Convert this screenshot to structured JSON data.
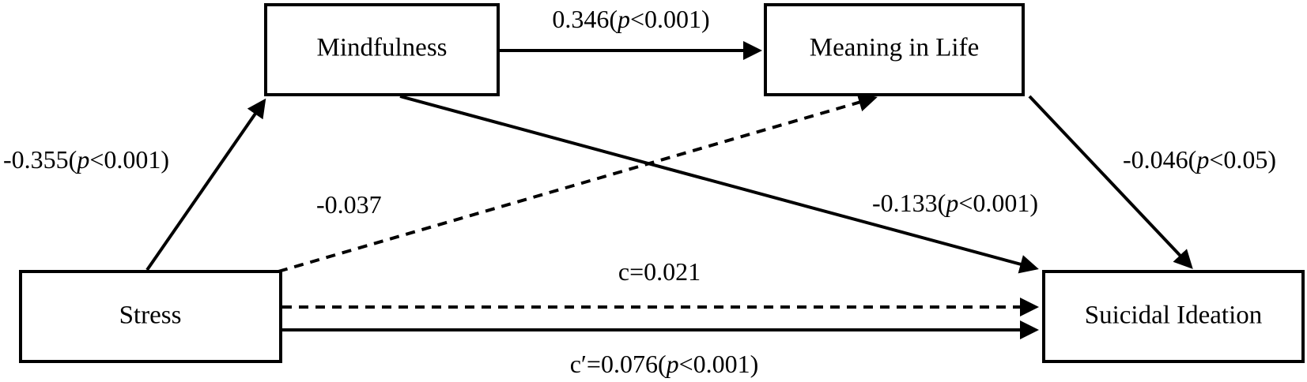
{
  "nodes": {
    "mindfulness": {
      "label": "Mindfulness"
    },
    "meaning": {
      "label": "Meaning in Life"
    },
    "stress": {
      "label": "Stress"
    },
    "suicidal": {
      "label": "Suicidal Ideation"
    }
  },
  "edges": {
    "mind_to_meaning": {
      "coef": "0.346(",
      "p": "p",
      "rest": "<0.001)"
    },
    "stress_to_mind": {
      "coef": "-0.355(",
      "p": "p",
      "rest": "<0.001)"
    },
    "stress_to_meaning": {
      "coef": "-0.037"
    },
    "mind_to_suicidal": {
      "coef": "-0.133(",
      "p": "p",
      "rest": "<0.001)"
    },
    "meaning_to_suicidal": {
      "coef": "-0.046(",
      "p": "p",
      "rest": "<0.05)"
    },
    "total_effect": {
      "coef": "c=0.021"
    },
    "direct_effect": {
      "coef": "c′=0.076(",
      "p": "p",
      "rest": "<0.001)"
    }
  },
  "colors": {
    "stroke": "#000000",
    "background": "#ffffff"
  }
}
